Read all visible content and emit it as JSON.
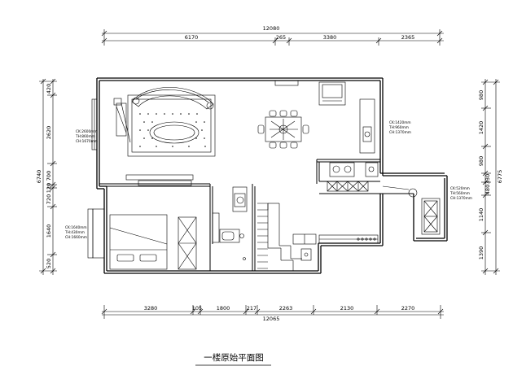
{
  "title": "一楼原始平面图",
  "dimensions": {
    "top_total": "12080",
    "top_segments": [
      "6170",
      "265",
      "3380",
      "2365"
    ],
    "bottom_total": "12065",
    "bottom_segments": [
      "3280",
      "105",
      "1800",
      "217",
      "2263",
      "2130",
      "2270"
    ],
    "left_total": "6740",
    "left_segments": [
      "420",
      "2620",
      "700",
      "120",
      "720",
      "1640",
      "520"
    ],
    "right_total": "6775",
    "right_segments": [
      "980",
      "1420",
      "980",
      "330",
      "480",
      "1140",
      "1390"
    ]
  },
  "room_notes": {
    "living": [
      "CK:2600mm",
      "TH:860mm",
      "CH:1670mm"
    ],
    "dining": [
      "CK:1420mm",
      "TH:960mm",
      "CH:1370mm"
    ],
    "bedroom": [
      "CK:1640mm",
      "TH:430mm",
      "CH:1660mm"
    ],
    "right": [
      "CK:520mm",
      "TH:560mm",
      "CH:1370mm"
    ]
  }
}
